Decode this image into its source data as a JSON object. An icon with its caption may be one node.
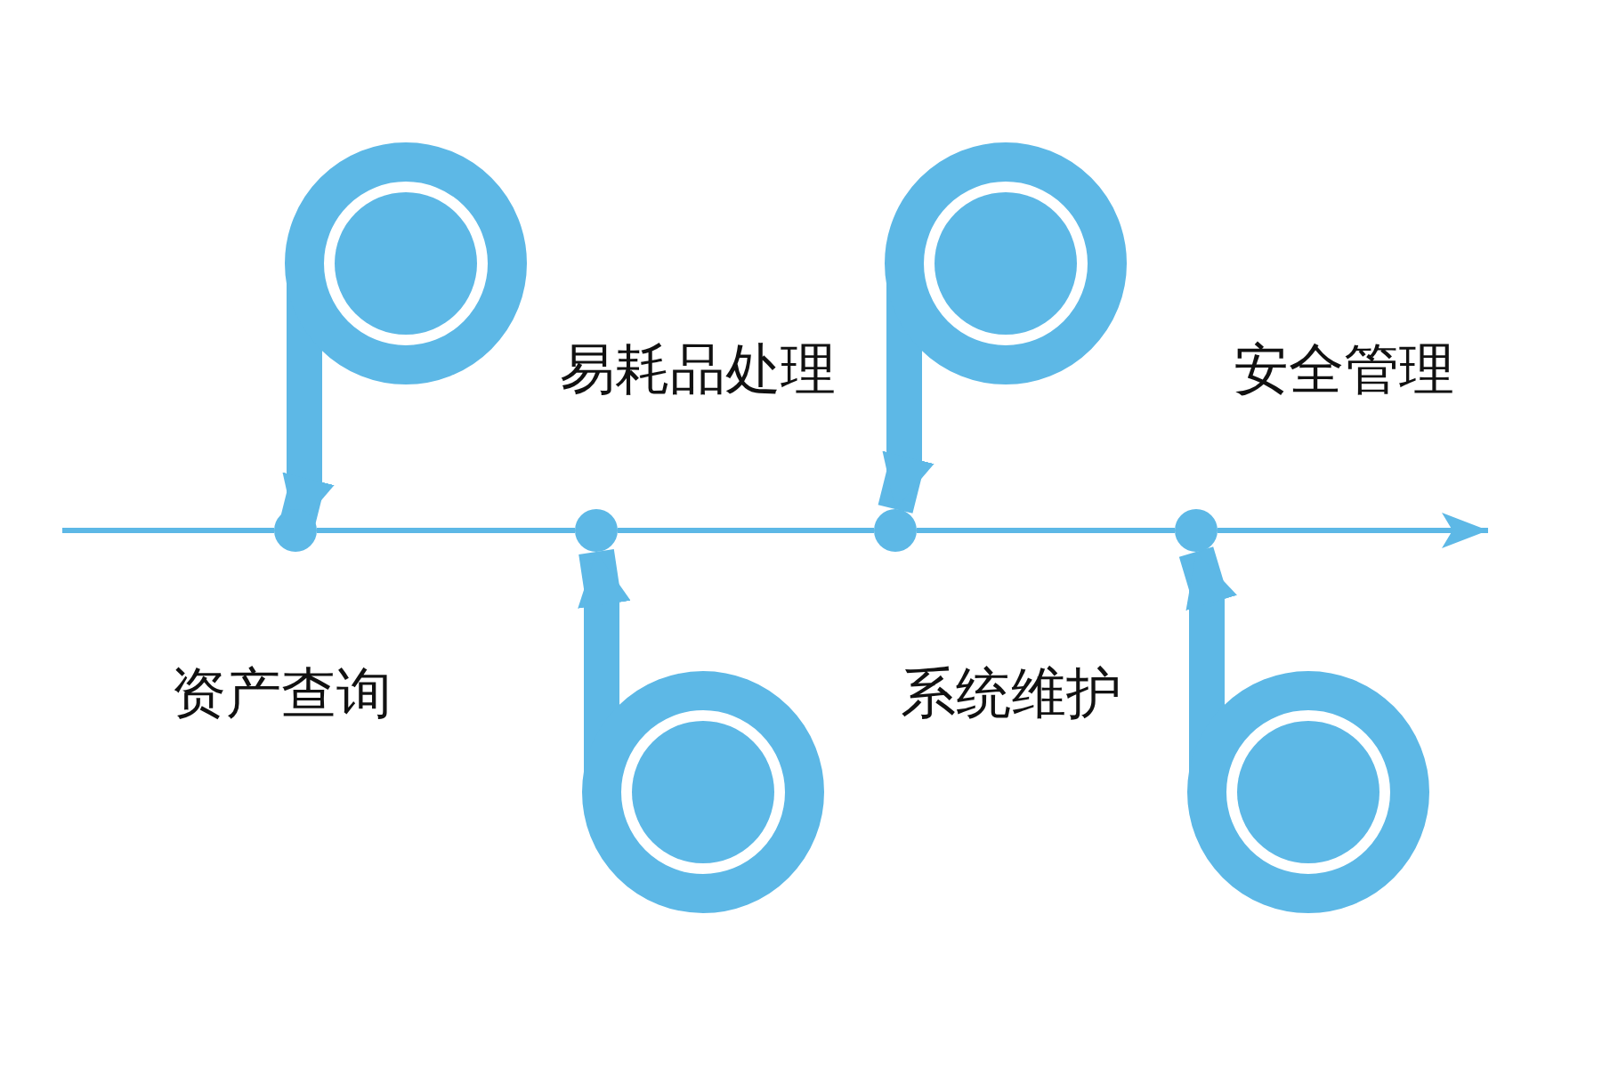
{
  "diagram": {
    "nodes": [
      {
        "text": [],
        "shape": "circle"
      },
      {
        "text": [],
        "shape": "circle"
      },
      {
        "text": [],
        "shape": "circle"
      },
      {
        "text": [],
        "shape": "circle"
      },
      {
        "text": [],
        "shape": "circle"
      },
      {
        "text": [],
        "shape": "circle"
      },
      {
        "text": [],
        "shape": "circle"
      },
      {
        "text": [],
        "shape": "circle"
      }
    ],
    "edges": [
      {
        "from": 0,
        "to": 4,
        "arrow": "to",
        "style": "thick"
      },
      {
        "from": 1,
        "to": 5,
        "arrow": "to",
        "style": "thick"
      },
      {
        "from": 2,
        "to": 6,
        "arrow": "to",
        "style": "thick"
      },
      {
        "from": 3,
        "to": 7,
        "arrow": "to",
        "style": "thick"
      },
      {
        "from": null,
        "to": 4,
        "arrow": "none"
      },
      {
        "from": 4,
        "to": 5,
        "arrow": "none"
      },
      {
        "from": 5,
        "to": 6,
        "arrow": "none"
      },
      {
        "from": 6,
        "to": 7,
        "arrow": "none"
      },
      {
        "from": 7,
        "to": null,
        "arrow": "to"
      }
    ],
    "labels": [
      "易耗品处理",
      "安全管理",
      "资产查询",
      "系统维护"
    ]
  }
}
